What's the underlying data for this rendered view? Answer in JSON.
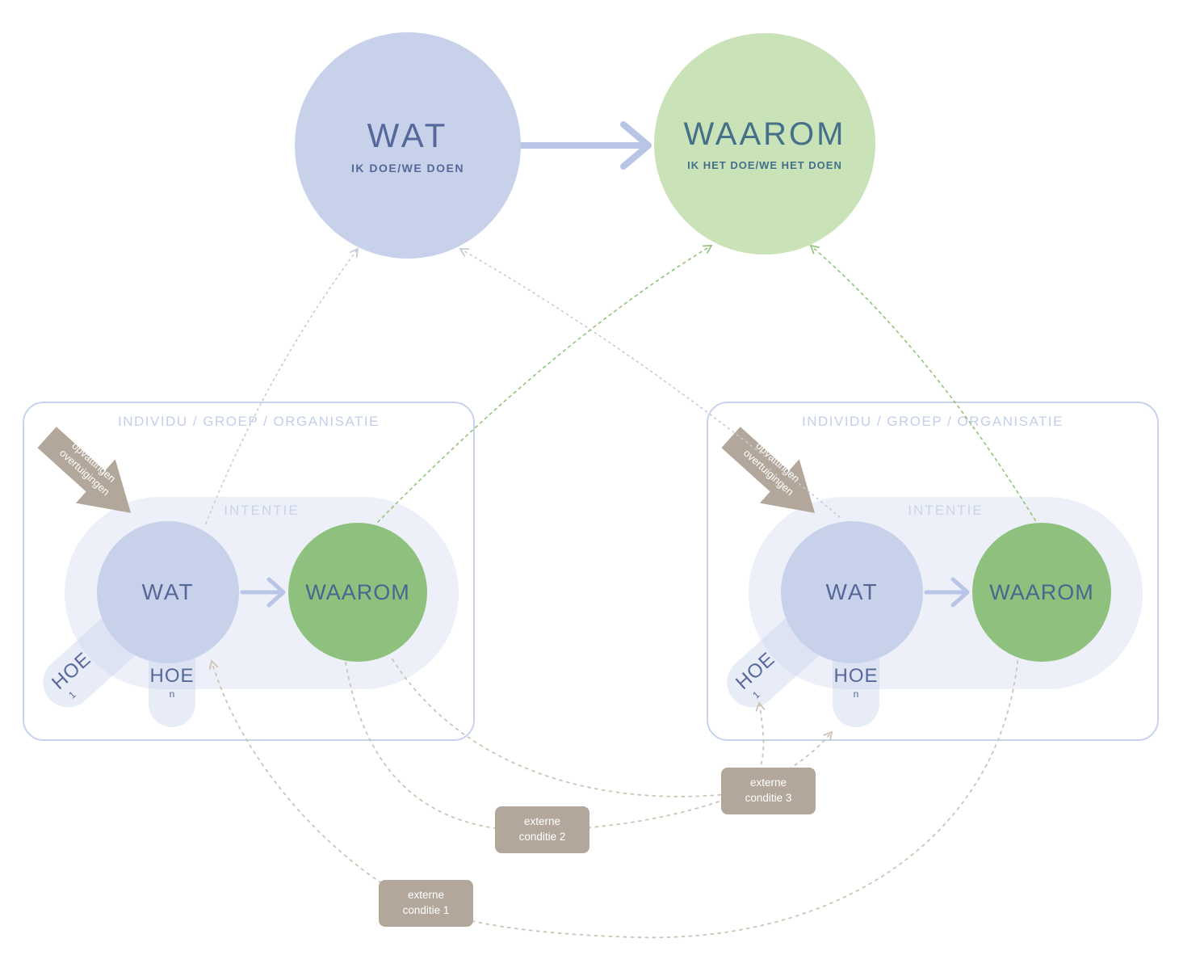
{
  "top": {
    "wat": {
      "title": "WAT",
      "subtitle": "IK DOE/WE DOEN"
    },
    "waarom": {
      "title": "WAAROM",
      "subtitle": "IK HET DOE/WE HET DOEN"
    }
  },
  "panel_left": {
    "title": "INDIVIDU / GROEP / ORGANISATIE",
    "intentie": "INTENTIE",
    "wat": "WAT",
    "waarom": "WAAROM",
    "hoe_1": {
      "label": "HOE",
      "sub": "1"
    },
    "hoe_n": {
      "label": "HOE",
      "sub": "n"
    },
    "beliefs": {
      "line1": "opvattingen",
      "line2": "overtuigingen"
    }
  },
  "panel_right": {
    "title": "INDIVIDU / GROEP / ORGANISATIE",
    "intentie": "INTENTIE",
    "wat": "WAT",
    "waarom": "WAAROM",
    "hoe_1": {
      "label": "HOE",
      "sub": "1"
    },
    "hoe_n": {
      "label": "HOE",
      "sub": "n"
    },
    "beliefs": {
      "line1": "opvattingen",
      "line2": "overtuigingen"
    }
  },
  "conditions": {
    "c1": {
      "line1": "externe",
      "line2": "conditie 1"
    },
    "c2": {
      "line1": "externe",
      "line2": "conditie 2"
    },
    "c3": {
      "line1": "externe",
      "line2": "conditie 3"
    }
  },
  "colors": {
    "blue": "#c7d1ea",
    "green_light": "#c9e2b8",
    "green": "#8dc17d",
    "tan": "#b2a79a",
    "panel_border": "#c7d2ec",
    "label_light_blue": "#c3cee9",
    "text_dark_blue": "#56689a",
    "text_dark_teal": "#44708a",
    "dash_gray": "#c6cbd6",
    "dash_green": "#96c77f",
    "dash_tan": "#cdc4b4"
  }
}
